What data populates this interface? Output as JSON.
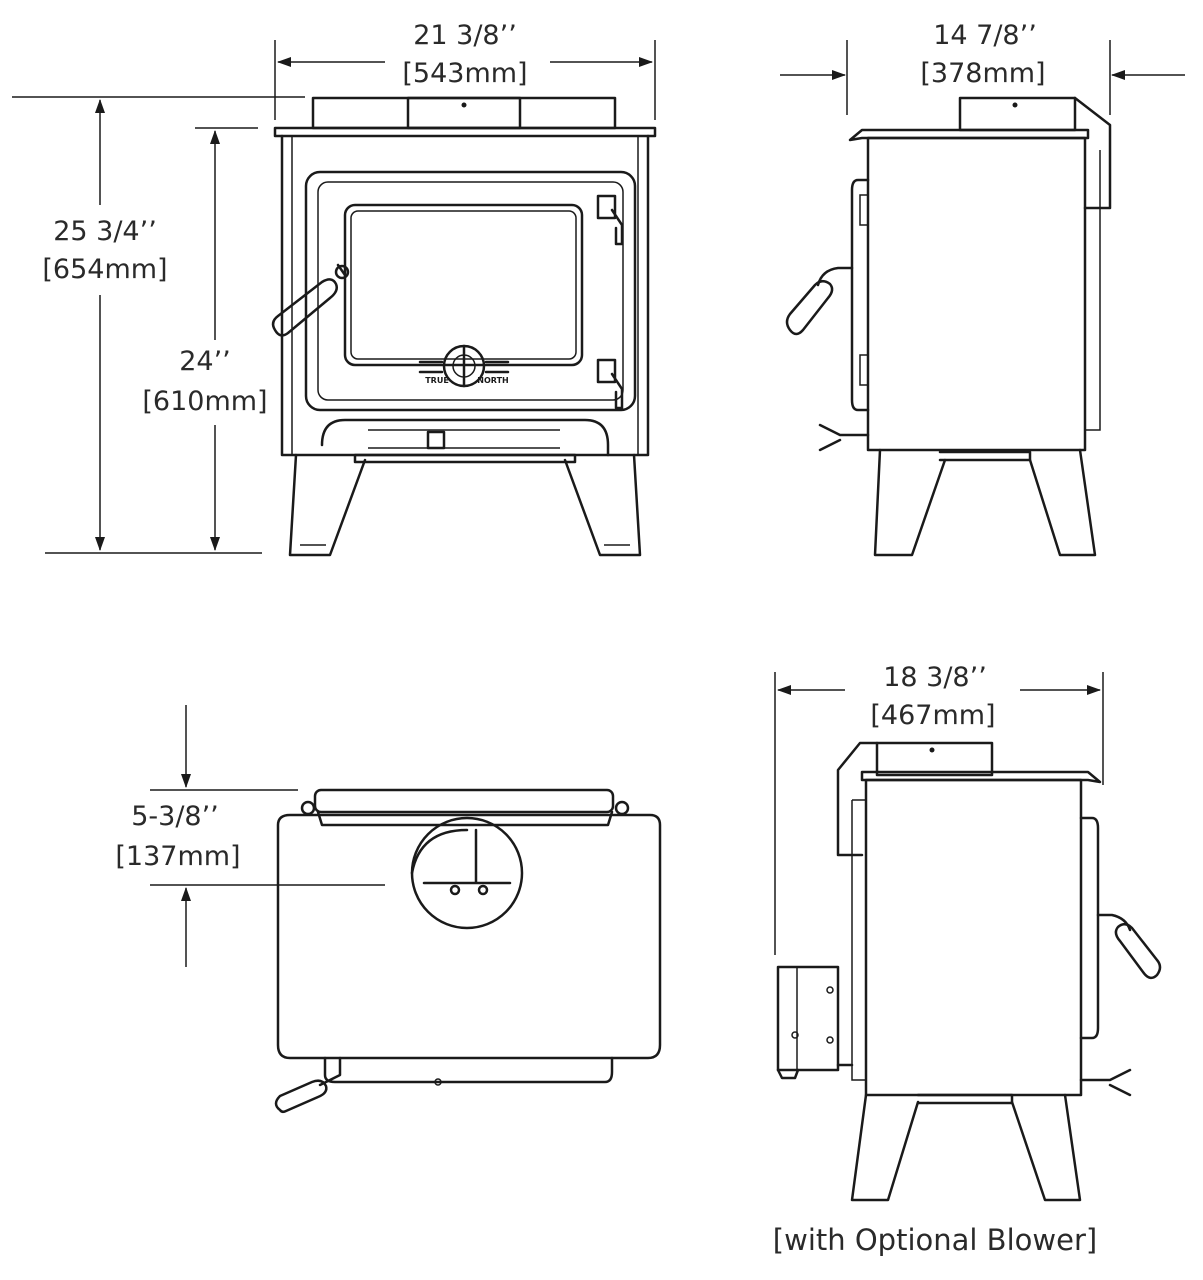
{
  "front_view": {
    "width_in": "21 3/8’’",
    "width_mm": "[543mm]",
    "height_total_in": "25 3/4’’",
    "height_total_mm": "[654mm]",
    "height_body_in": "24’’",
    "height_body_mm": "[610mm]",
    "logo_left": "TRUE",
    "logo_right": "NORTH"
  },
  "side_view": {
    "depth_in": "14 7/8’’",
    "depth_mm": "[378mm]"
  },
  "top_view": {
    "offset_in": "5-3/8’’",
    "offset_mm": "[137mm]"
  },
  "side_blower_view": {
    "depth_in": "18 3/8’’",
    "depth_mm": "[467mm]",
    "caption": "[with Optional Blower]"
  }
}
